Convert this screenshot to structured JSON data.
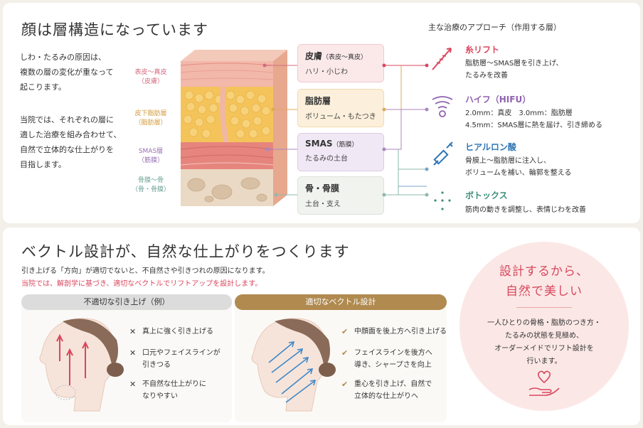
{
  "top": {
    "title": "顔は層構造になっています",
    "intro_1": [
      "しわ・たるみの原因は、",
      "複数の層の変化が重なって",
      "起こります。"
    ],
    "intro_2": [
      "当院では、それぞれの層に",
      "適した治療を組み合わせて、",
      "自然で立体的な仕上がりを",
      "目指します。"
    ],
    "left_labels": [
      {
        "lines": [
          "表皮〜真皮",
          "（皮膚）"
        ],
        "color": "#d46a7e"
      },
      {
        "lines": [
          "皮下脂肪層",
          "（脂肪層）"
        ],
        "color": "#d49a3a"
      },
      {
        "lines": [
          "SMAS層",
          "（筋膜）"
        ],
        "color": "#9b6fb5"
      },
      {
        "lines": [
          "骨膜〜骨",
          "（骨・骨膜）"
        ],
        "color": "#6aa395"
      }
    ],
    "layers": [
      {
        "title": "皮膚",
        "sub": "（表皮〜真皮）",
        "desc": "ハリ・小じわ",
        "bg": "#fbe9ea",
        "border": "#f0c9cd"
      },
      {
        "title": "脂肪層",
        "sub": "",
        "desc": "ボリューム・もたつき",
        "bg": "#fcf0dc",
        "border": "#f1d9ac"
      },
      {
        "title": "SMAS",
        "sub": "（筋膜）",
        "desc": "たるみの土台",
        "bg": "#f1e8f5",
        "border": "#dccbe6"
      },
      {
        "title": "骨・骨膜",
        "sub": "",
        "desc": "土台・支え",
        "bg": "#f1f3ef",
        "border": "#dde2da"
      }
    ],
    "treatments_heading": "主な治療のアプローチ（作用する層）",
    "treatments": [
      {
        "name": "糸リフト",
        "icon": "thread-lift-icon",
        "color": "#d9475e",
        "desc": [
          "脂肪層〜SMAS層を引き上げ、",
          "たるみを改善"
        ]
      },
      {
        "name": "ハイフ（HIFU）",
        "icon": "hifu-wave-icon",
        "color": "#8f62b0",
        "desc": [
          "2.0mm：真皮　3.0mm：脂肪層",
          "4.5mm：SMAS層に熱を届け、引き締める"
        ]
      },
      {
        "name": "ヒアルロン酸",
        "icon": "syringe-icon",
        "color": "#2f76b5",
        "desc": [
          "骨膜上〜脂肪層に注入し、",
          "ボリュームを補い、輪郭を整える"
        ]
      },
      {
        "name": "ボトックス",
        "icon": "dots-icon",
        "color": "#3d8e7a",
        "desc": [
          "筋肉の動きを調整し、表情じわを改善"
        ]
      }
    ]
  },
  "bottom": {
    "title": "ベクトル設計が、自然な仕上がりをつくります",
    "lead": "引き上げる「方向」が適切でないと、不自然さや引きつれの原因になります。",
    "lead_red": "当院では、解剖学に基づき、適切なベクトルでリフトアップを設計します。",
    "bad": {
      "pill": "不適切な引き上げ（例）",
      "items": [
        {
          "lines": [
            "真上に強く引き上げる"
          ]
        },
        {
          "lines": [
            "口元やフェイスラインが",
            "引きつる"
          ]
        },
        {
          "lines": [
            "不自然な仕上がりに",
            "なりやすい"
          ]
        }
      ]
    },
    "good": {
      "pill": "適切なベクトル設計",
      "items": [
        {
          "lines": [
            "中顔面を後上方へ引き上げる"
          ]
        },
        {
          "lines": [
            "フェイスラインを後方へ",
            "導き、シャープさを向上"
          ]
        },
        {
          "lines": [
            "重心を引き上げ、自然で",
            "立体的な仕上がりへ"
          ]
        }
      ]
    },
    "circle": {
      "headline": [
        "設計するから、",
        "自然で美しい"
      ],
      "text": [
        "一人ひとりの骨格・脂肪のつき方・",
        "たるみの状態を見極め、",
        "オーダーメイドでリフト設計を",
        "行います。"
      ]
    },
    "colors": {
      "accent_red": "#d9475e",
      "gold": "#b08a4f",
      "gray_pill": "#d8d8d8"
    }
  }
}
